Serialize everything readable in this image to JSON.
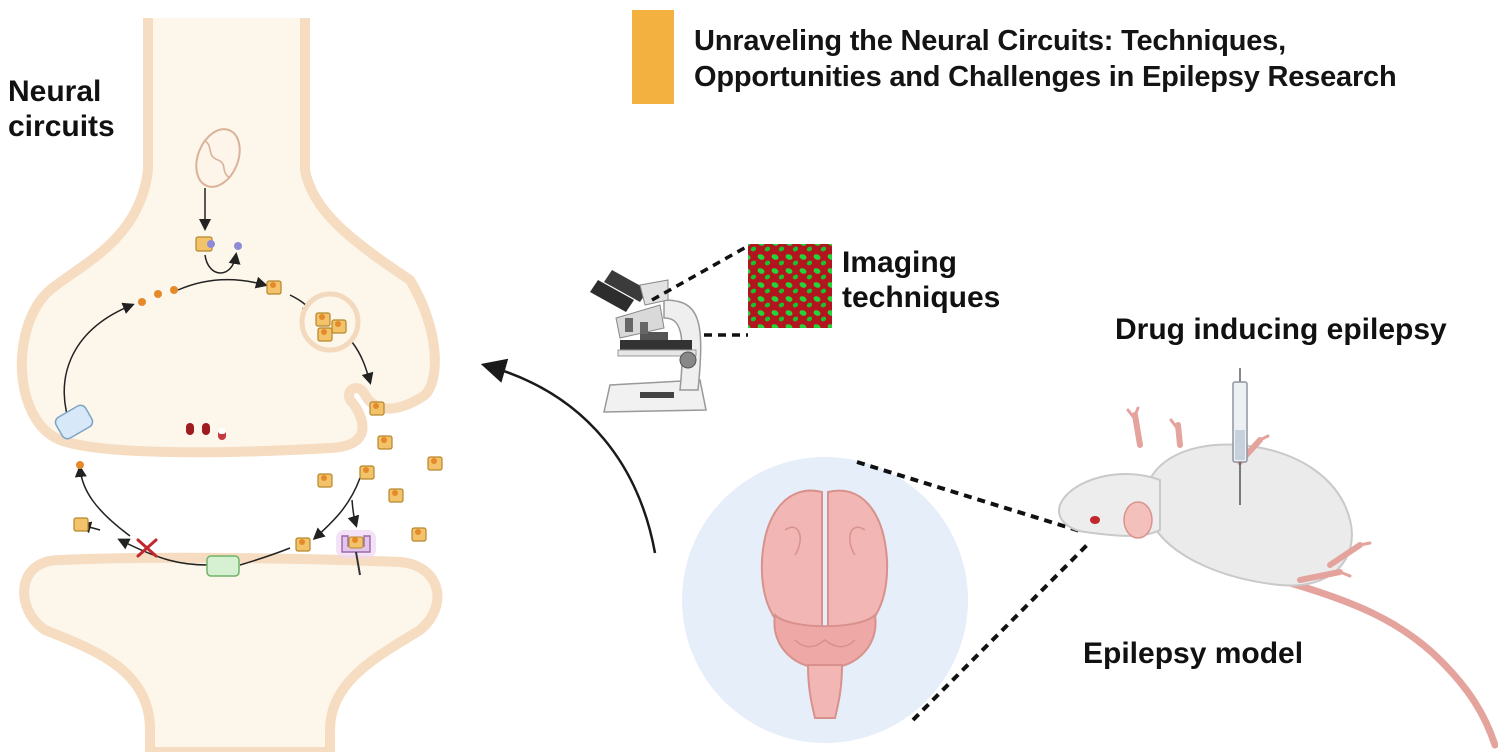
{
  "title": {
    "line1": "Unraveling the Neural Circuits: Techniques,",
    "line2": "Opportunities and Challenges in Epilepsy Research",
    "accent_color": "#f3b23f"
  },
  "labels": {
    "neural_circuits_line1": "Neural",
    "neural_circuits_line2": "circuits",
    "imaging_line1": "Imaging",
    "imaging_line2": "techniques",
    "drug": "Drug inducing epilepsy",
    "model": "Epilepsy model"
  },
  "icons": [
    "mitochondrion-icon",
    "microscope-icon",
    "fluorescence-image-icon",
    "brain-icon",
    "rat-icon",
    "syringe-icon",
    "receptor-icon",
    "transporter-icon"
  ],
  "colors": {
    "neuron_fill": "#fdf6ea",
    "neuron_stroke": "#f6dcc0",
    "neurotransmitter": "#f2c36b",
    "brain_fill": "#f2b7b4",
    "brain_circle": "#e6eef9"
  }
}
